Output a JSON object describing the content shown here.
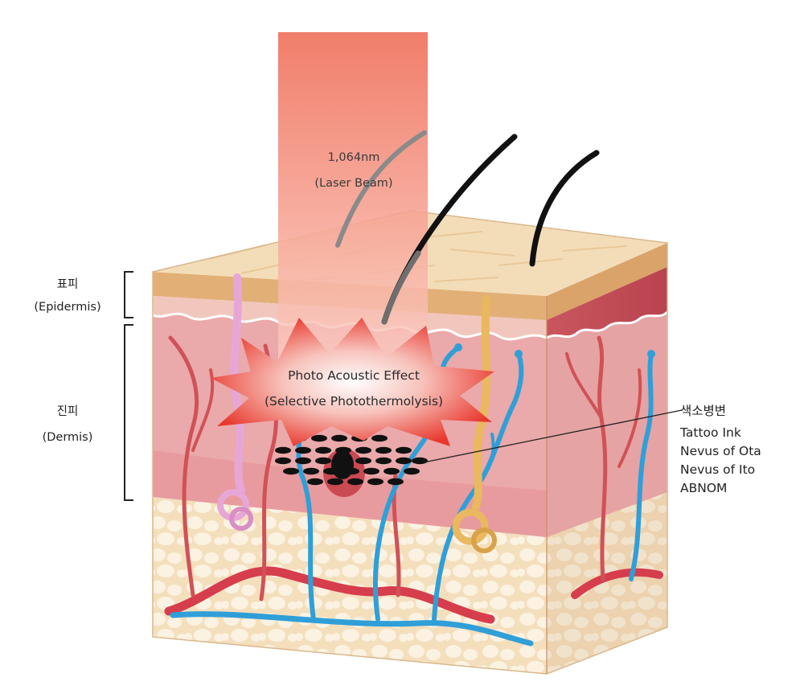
{
  "beam": {
    "wavelength": "1,064nm",
    "name": "(Laser Beam)"
  },
  "effect": {
    "line1": "Photo Acoustic Effect",
    "line2": "(Selective Photothermolysis)"
  },
  "layers": {
    "epidermis": {
      "ko": "표피",
      "en": "(Epidermis)"
    },
    "dermis": {
      "ko": "진피",
      "en": "(Dermis)"
    }
  },
  "lesion": {
    "title": "색소병변",
    "items": [
      "Tattoo Ink",
      "Nevus of Ota",
      "Nevus of Ito",
      "ABNOM"
    ]
  },
  "colors": {
    "beam": "#ef6f5a",
    "epidermis_top": "#f4dcb6",
    "epidermis_band": "#e4b57e",
    "dermis": "#e7a3a5",
    "dermis_dark": "#c9565e",
    "subcutis": "#f7e8cf",
    "vein": "#2f9fd8",
    "artery": "#d63d4d",
    "burst": "#e8372c",
    "gland_pink": "#e7a7d6",
    "gland_yellow": "#e9b85f",
    "pigment": "#111111"
  }
}
